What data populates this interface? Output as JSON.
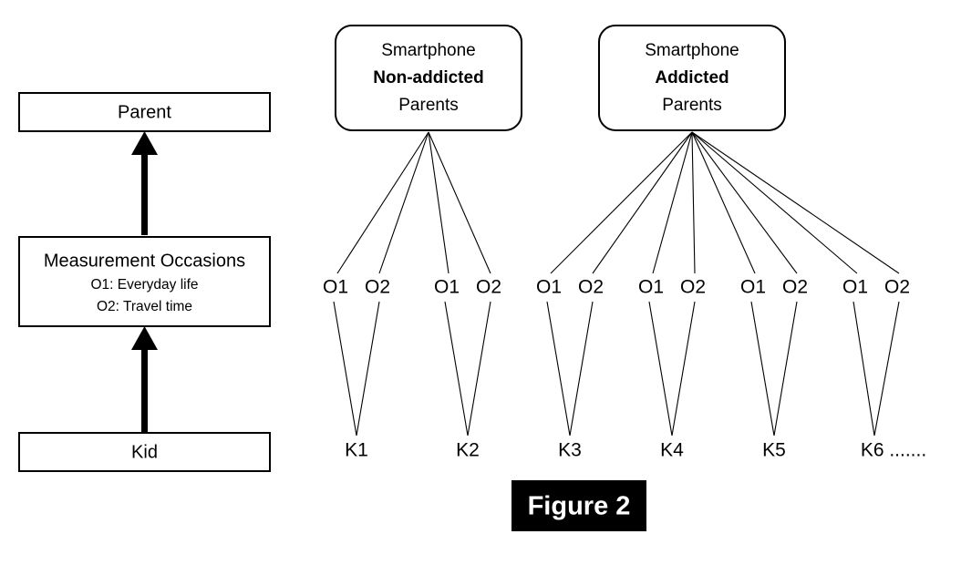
{
  "figure": {
    "caption": "Figure 2",
    "caption_bg": "#000000",
    "caption_fg": "#ffffff"
  },
  "left_model": {
    "levels": [
      {
        "label": "Parent"
      },
      {
        "label": "Measurement Occasions",
        "sub_lines": [
          "O1: Everyday life",
          "O2: Travel time"
        ]
      },
      {
        "label": "Kid"
      }
    ],
    "arrow_direction": "upward"
  },
  "groups": [
    {
      "id": "non-addicted",
      "title_line_1": "Smartphone",
      "title_line_2": "Non-addicted",
      "title_line_3": "Parents",
      "emphasis_line": 2,
      "kids": [
        {
          "label": "K1",
          "occasions": [
            "O1",
            "O2"
          ]
        },
        {
          "label": "K2",
          "occasions": [
            "O1",
            "O2"
          ]
        }
      ]
    },
    {
      "id": "addicted",
      "title_line_1": "Smartphone",
      "title_line_2": "Addicted",
      "title_line_3": "Parents",
      "emphasis_line": 2,
      "kids": [
        {
          "label": "K3",
          "occasions": [
            "O1",
            "O2"
          ]
        },
        {
          "label": "K4",
          "occasions": [
            "O1",
            "O2"
          ]
        },
        {
          "label": "K5",
          "occasions": [
            "O1",
            "O2"
          ]
        },
        {
          "label": "K6 .......",
          "occasions": [
            "O1",
            "O2"
          ]
        }
      ]
    }
  ],
  "nodes": {
    "o_labels_group1": [
      "O1",
      "O2",
      "O1",
      "O2"
    ],
    "o_labels_group2": [
      "O1",
      "O2",
      "O1",
      "O2",
      "O1",
      "O2",
      "O1",
      "O2"
    ],
    "k_labels_group1": [
      "K1",
      "K2"
    ],
    "k_labels_group2": [
      "K3",
      "K4",
      "K5",
      "K6 ......."
    ]
  },
  "colors": {
    "line": "#000000",
    "box_fill": "#ffffff",
    "background": "#ffffff"
  }
}
